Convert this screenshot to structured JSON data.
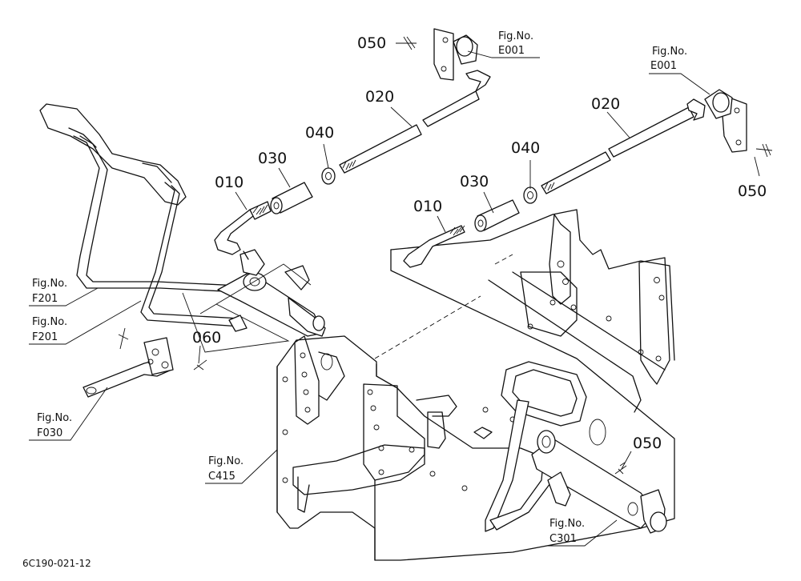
{
  "diagram_code": "6C190-021-12",
  "callouts": {
    "p050_top": "050",
    "p050_right": "050",
    "p050_bottom": "050",
    "p020_left": "020",
    "p020_right": "020",
    "p040_left": "040",
    "p040_right": "040",
    "p030_left": "030",
    "p030_right": "030",
    "p010_left": "010",
    "p010_right": "010",
    "p060": "060"
  },
  "fig_refs": {
    "e001_top": {
      "label": "Fig.No.",
      "code": "E001"
    },
    "e001_right": {
      "label": "Fig.No.",
      "code": "E001"
    },
    "f201_upper": {
      "label": "Fig.No.",
      "code": "F201"
    },
    "f201_lower": {
      "label": "Fig.No.",
      "code": "F201"
    },
    "f030": {
      "label": "Fig.No.",
      "code": "F030"
    },
    "c415": {
      "label": "Fig.No.",
      "code": "C415"
    },
    "c301": {
      "label": "Fig.No.",
      "code": "C301"
    }
  }
}
